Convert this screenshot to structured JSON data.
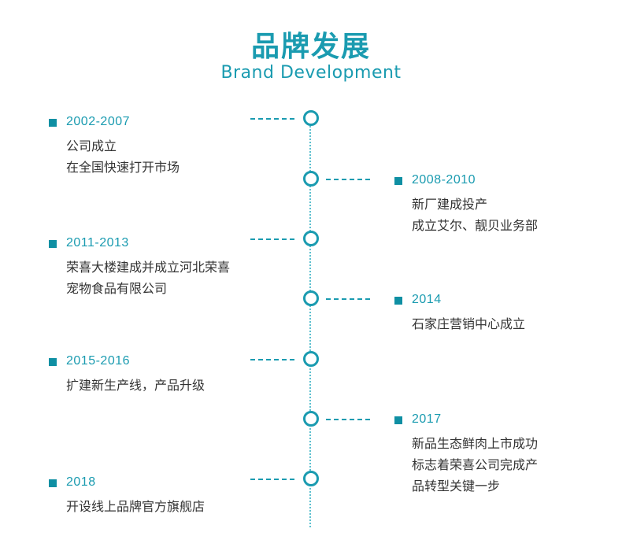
{
  "header": {
    "title": "品牌发展",
    "subtitle": "Brand Development"
  },
  "colors": {
    "accent": "#1a9bb0",
    "text": "#333333",
    "background": "#ffffff"
  },
  "timeline": [
    {
      "side": "left",
      "year": "2002-2007",
      "lines": [
        "公司成立",
        "在全国快速打开市场"
      ]
    },
    {
      "side": "right",
      "year": "2008-2010",
      "lines": [
        "新厂建成投产",
        "成立艾尔、靓贝业务部"
      ]
    },
    {
      "side": "left",
      "year": "2011-2013",
      "lines": [
        "荣喜大楼建成并成立河北荣喜",
        "宠物食品有限公司"
      ]
    },
    {
      "side": "right",
      "year": "2014",
      "lines": [
        "石家庄营销中心成立"
      ]
    },
    {
      "side": "left",
      "year": "2015-2016",
      "lines": [
        "扩建新生产线，产品升级"
      ]
    },
    {
      "side": "right",
      "year": "2017",
      "lines": [
        "新品生态鲜肉上市成功",
        "标志着荣喜公司完成产",
        "品转型关键一步"
      ]
    },
    {
      "side": "left",
      "year": "2018",
      "lines": [
        "开设线上品牌官方旗舰店"
      ]
    }
  ]
}
